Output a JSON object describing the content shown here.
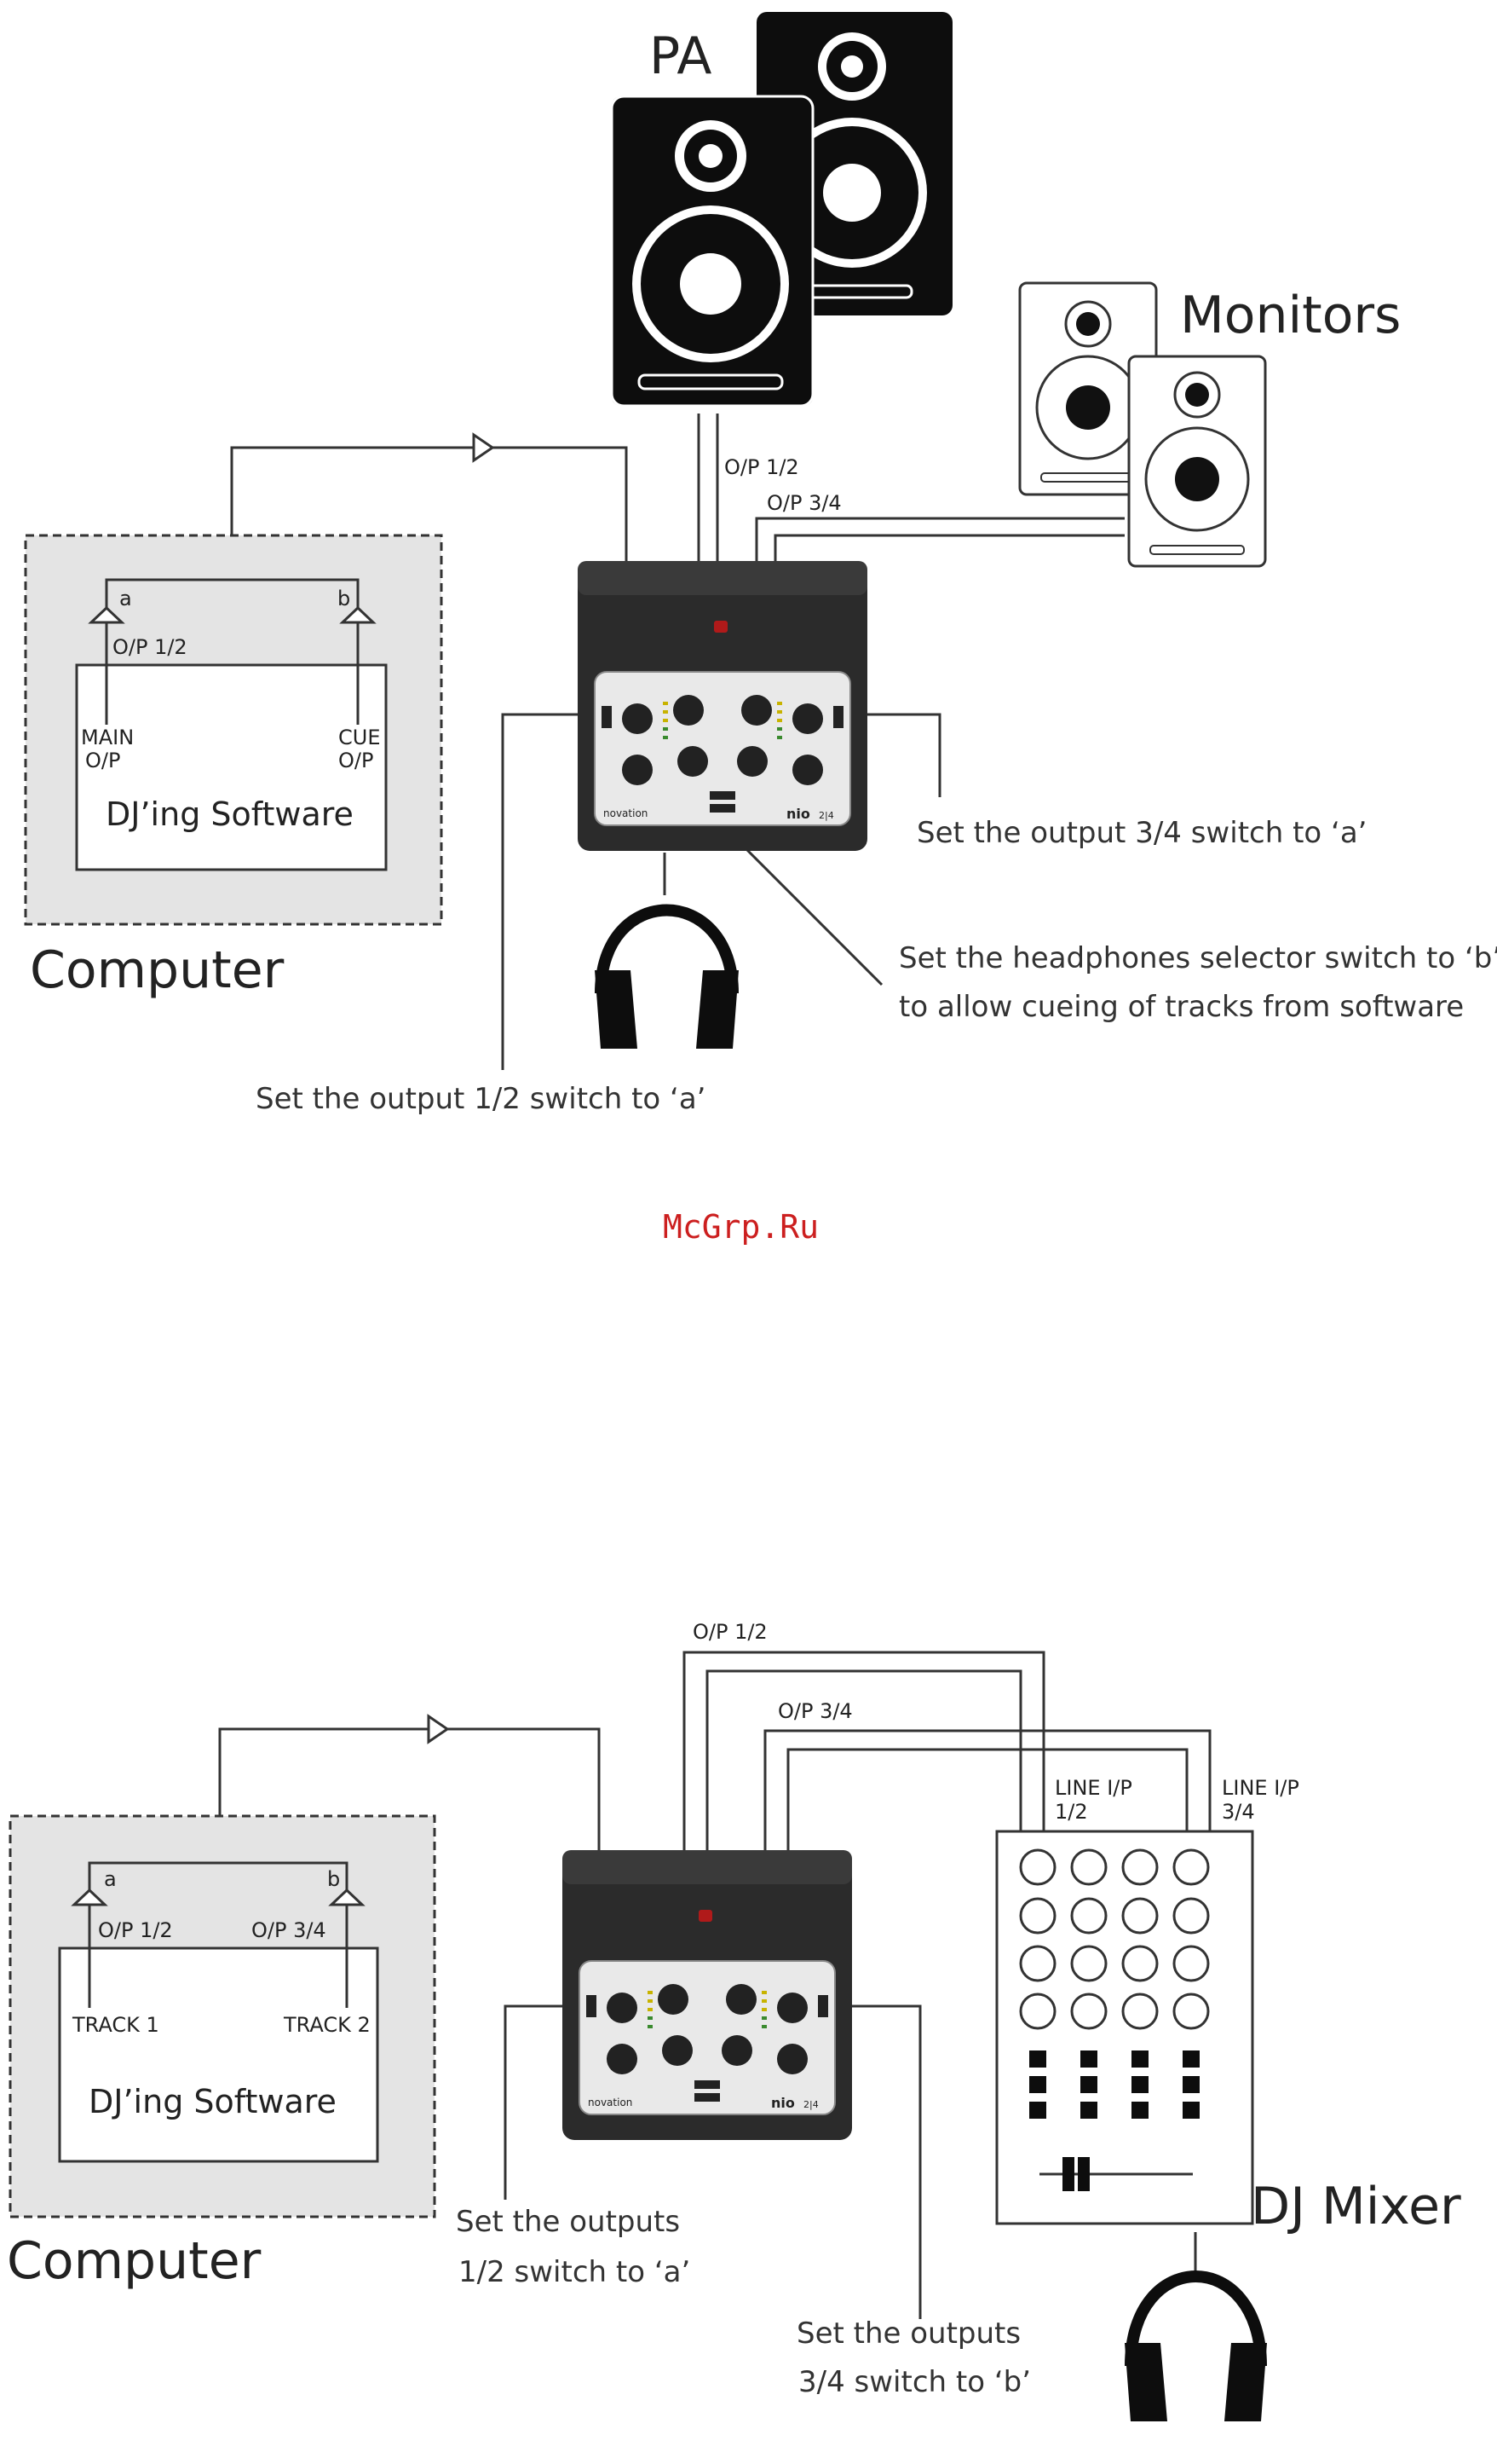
{
  "diagram1": {
    "pa_label": "PA",
    "monitors_label": "Monitors",
    "op12_top": "O/P 1/2",
    "op34_top": "O/P 3/4",
    "computer_label": "Computer",
    "software_label": "DJ’ing Software",
    "switch_a": "a",
    "switch_b": "b",
    "op12_inner": "O/P 1/2",
    "main_op": [
      "MAIN",
      "O/P"
    ],
    "cue_op": [
      "CUE",
      "O/P"
    ],
    "note_34": "Set the output 3/4 switch  to ‘a’",
    "note_hp": [
      "Set the headphones selector switch to ‘b’",
      "to allow cueing of tracks from software"
    ],
    "note_12": "Set the output 1/2 switch  to ‘a’"
  },
  "watermark": "McGrp.Ru",
  "diagram2": {
    "op12_top": "O/P 1/2",
    "op34_top": "O/P 3/4",
    "line_ip12": [
      "LINE I/P",
      "1/2"
    ],
    "line_ip34": [
      "LINE I/P",
      "3/4"
    ],
    "computer_label": "Computer",
    "software_label": "DJ’ing Software",
    "switch_a": "a",
    "switch_b": "b",
    "op12_inner": "O/P 1/2",
    "op34_inner": "O/P 3/4",
    "track1": "TRACK 1",
    "track2": "TRACK 2",
    "mixer_label": "DJ Mixer",
    "note_12": [
      "Set the outputs",
      "1/2 switch to ‘a’"
    ],
    "note_34": [
      "Set the outputs",
      "3/4 switch to ‘b’"
    ]
  },
  "device": {
    "brand": "novation",
    "model": "nio",
    "model_suffix": "2|4"
  },
  "icons": [
    "speaker-icon",
    "headphones-icon",
    "audio-interface-icon",
    "dj-mixer-icon",
    "triangle-connector-icon"
  ]
}
